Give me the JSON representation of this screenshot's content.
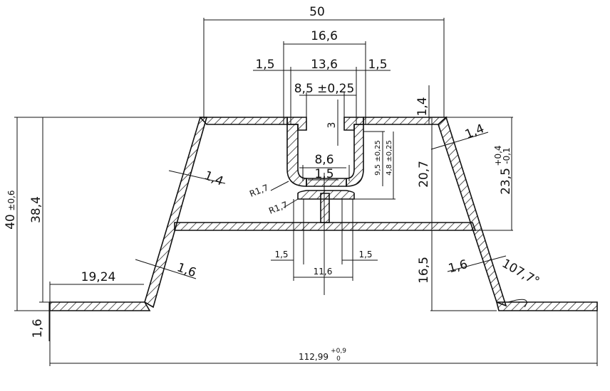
{
  "dimensions": {
    "top_width": "50",
    "channel_outer": "16,6",
    "wall_left": "1,5",
    "channel_inner": "13,6",
    "wall_right": "1,5",
    "slot_width": "8,5 ±0,25",
    "top_thickness": "1,4",
    "slot_depth": "3",
    "depth_a": "9,5 ±0,25",
    "depth_b": "4,8 ±0,25",
    "bottom_slot": "8,6",
    "stem": "1,5",
    "radius_top": "R1,7",
    "radius_bottom": "R1,7",
    "upper_height": "20,7",
    "right_thickness_top": "1,4",
    "height_right_main": "23,5",
    "height_right_tol_upper": "+0,4",
    "height_right_tol_lower": "-0,1",
    "left_slant_thickness": "1,4",
    "total_height_main": "40",
    "total_height_tol": "±0,6",
    "inner_height": "38,4",
    "flange_left": "19,24",
    "lower_thickness_left": "1,6",
    "stem_left": "1,5",
    "stem_right": "1,5",
    "stem_span": "11,6",
    "lower_height_right": "16,5",
    "lower_thickness_right": "1,6",
    "angle": "107,7°",
    "base_thickness": "1,6",
    "overall_width_main": "112,99",
    "overall_width_tol_upper": "+0,9",
    "overall_width_tol_lower": "0"
  }
}
